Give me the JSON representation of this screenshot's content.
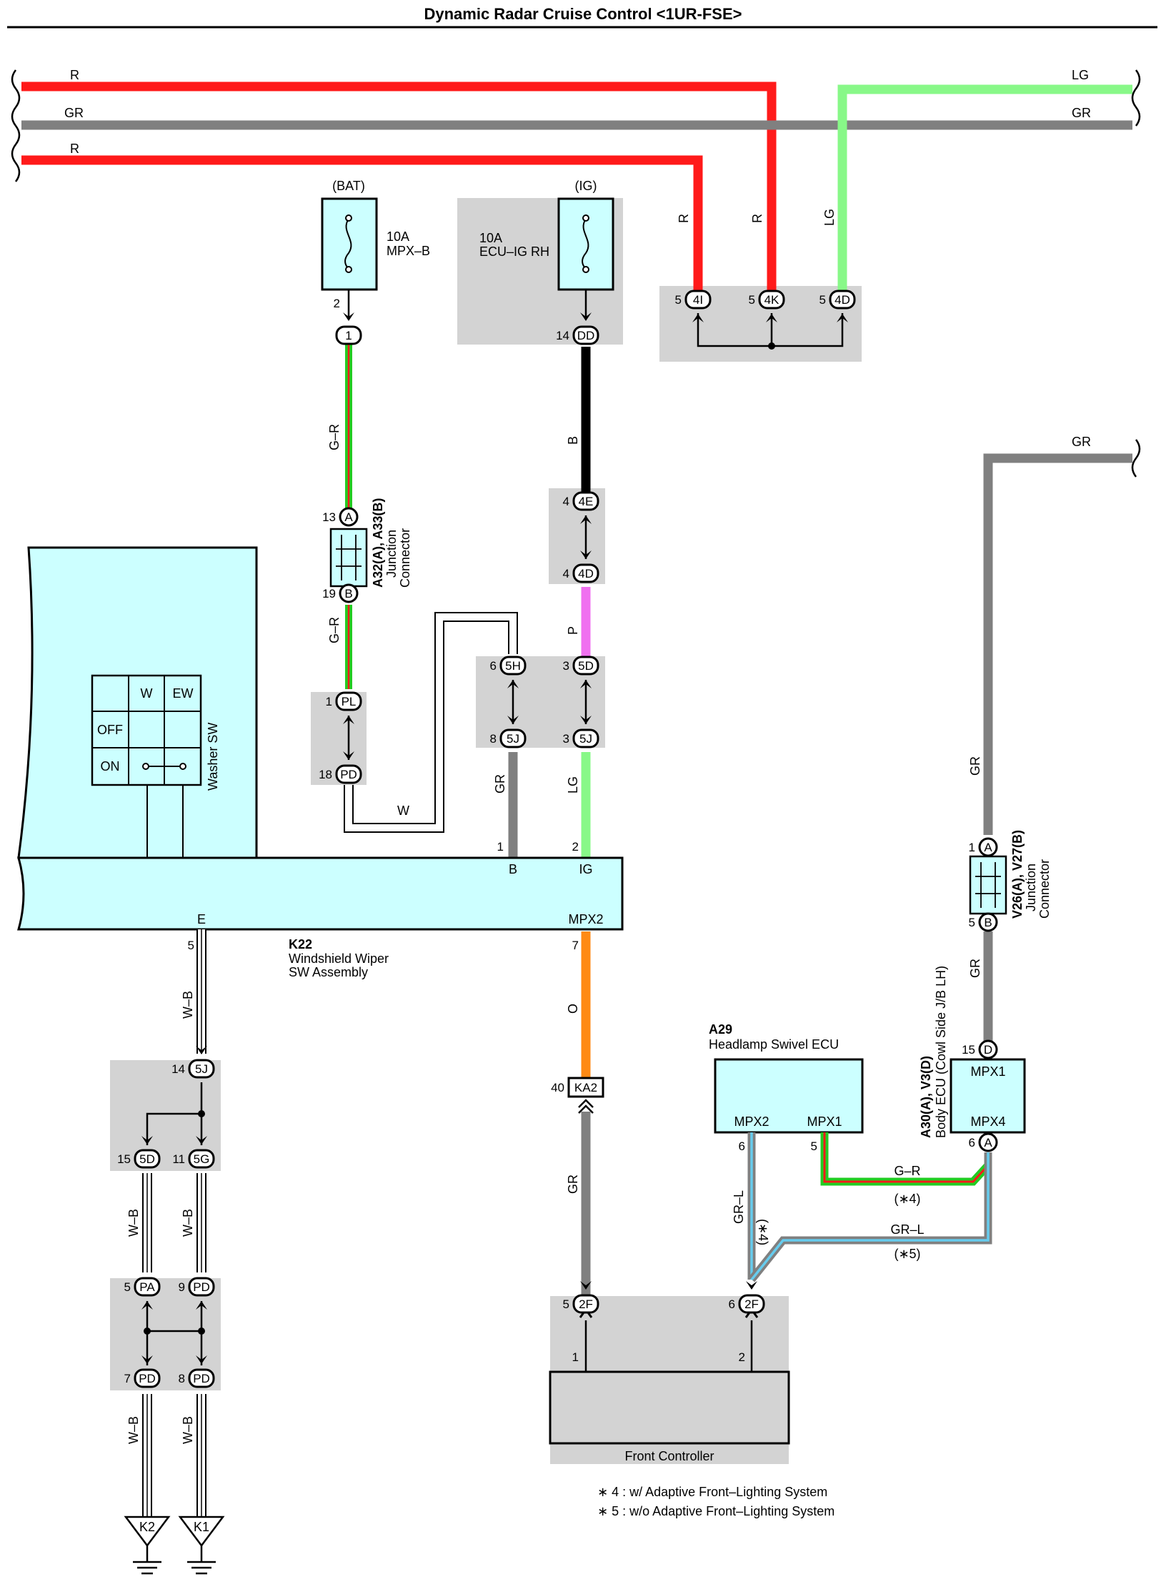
{
  "title": "Dynamic Radar Cruise Control <1UR-FSE>",
  "colors": {
    "red": "#ff1a1a",
    "gray": "#808080",
    "light_green": "#88f888",
    "black": "#000000",
    "pink": "#f070f0",
    "orange": "#ff8a14",
    "cyan_fill": "#ccffff",
    "junction_gray": "#d3d3d3",
    "green": "#22cc22",
    "light_blue": "#66ccee"
  },
  "wires": {
    "top_r1": "R",
    "top_gr": "GR",
    "top_r2": "R",
    "top_lg": "LG",
    "top_gr_right": "GR",
    "r_a": "R",
    "r_b": "R",
    "lg": "LG",
    "g_r_1": "G–R",
    "g_r_2": "G–R",
    "w": "W",
    "b": "B",
    "p": "P",
    "gr_5j": "GR",
    "lg_5j": "LG",
    "o": "O",
    "gr_ka2": "GR",
    "gr_right": "GR",
    "gr_right2": "GR",
    "gr_right_top": "GR",
    "w_b_1": "W–B",
    "w_b_2": "W–B",
    "w_b_3": "W–B",
    "w_b_4": "W–B",
    "w_b_5": "W–B",
    "gr_l_4": "GR–L",
    "note4": "(∗4)",
    "g_r_ecu": "G–R",
    "note4b": "(∗4)",
    "gr_l_5": "GR–L",
    "note5": "(∗5)"
  },
  "power": {
    "bat": "(BAT)",
    "ig": "(IG)"
  },
  "fuses": {
    "mpx_b_amp": "10A",
    "mpx_b_name": "MPX–B",
    "ecu_ig_amp": "10A",
    "ecu_ig_name": "ECU–IG RH"
  },
  "connectors": {
    "c1": "1",
    "c1_pin": "2",
    "dd": "DD",
    "dd_pin": "14",
    "c4i": "4I",
    "c4i_pin": "5",
    "c4k": "4K",
    "c4k_pin": "5",
    "c4d": "4D",
    "c4d_pin": "5",
    "c4e": "4E",
    "c4e_pin": "4",
    "c4d2": "4D",
    "c4d2_pin": "4",
    "c5h": "5H",
    "c5h_pin": "6",
    "c5d": "5D",
    "c5d_pin": "3",
    "c5j": "5J",
    "c5j_pin": "8",
    "c5j2": "5J",
    "c5j2_pin": "3",
    "pl": "PL",
    "pl_pin": "1",
    "pd": "PD",
    "pd_pin": "18",
    "a": "A",
    "a_pin": "13",
    "b": "B",
    "b_pin": "19",
    "ka2": "KA2",
    "ka2_pin": "40",
    "c5j3": "5J",
    "c5j3_pin": "14",
    "c5d2": "5D",
    "c5d2_pin": "15",
    "c5g": "5G",
    "c5g_pin": "11",
    "pa": "PA",
    "pa_pin": "5",
    "pd2": "PD",
    "pd2_pin": "9",
    "pd3": "PD",
    "pd3_pin": "7",
    "pd4": "PD",
    "pd4_pin": "8",
    "c2f": "2F",
    "c2f_pin": "5",
    "c2f2": "2F",
    "c2f2_pin": "6",
    "v_a": "A",
    "v_a_pin": "1",
    "v_b": "B",
    "v_b_pin": "5",
    "ecu_d": "D",
    "ecu_d_pin": "15",
    "ecu_a": "A",
    "ecu_a_pin": "6",
    "k2": "K2",
    "k1": "K1"
  },
  "junction_a32": {
    "id": "A32(A), A33(B)",
    "l1": "Junction",
    "l2": "Connector"
  },
  "junction_v26": {
    "id": "V26(A), V27(B)",
    "l1": "Junction",
    "l2": "Connector"
  },
  "k22": {
    "id": "K22",
    "name1": "Windshield Wiper",
    "name2": "SW Assembly",
    "pin_b": "B",
    "pin_ig": "IG",
    "pin_e": "E",
    "pin_mpx2": "MPX2",
    "num_1": "1",
    "num_2": "2",
    "num_5": "5",
    "num_7": "7",
    "table_w": "W",
    "table_ew": "EW",
    "table_off": "OFF",
    "table_on": "ON",
    "switch_label": "Washer SW"
  },
  "a29": {
    "id": "A29",
    "name": "Headlamp Swivel ECU",
    "mpx2": "MPX2",
    "mpx1": "MPX1",
    "pin6": "6",
    "pin5": "5"
  },
  "body_ecu": {
    "id": "A30(A), V3(D)",
    "name": "Body ECU (Cowl Side J/B LH)",
    "mpx1": "MPX1",
    "mpx4": "MPX4"
  },
  "front_controller": {
    "name": "Front Controller",
    "pin1": "1",
    "pin2": "2"
  },
  "notes": {
    "n4": "∗ 4 : w/ Adaptive Front–Lighting System",
    "n5": "∗ 5 : w/o Adaptive Front–Lighting System"
  }
}
